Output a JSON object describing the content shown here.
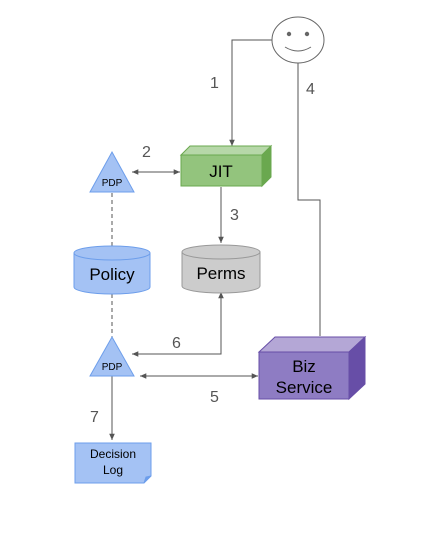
{
  "nodes": {
    "user": {
      "icon": "smiley-face-icon"
    },
    "jit": {
      "label": "JIT",
      "color": "#93c47d",
      "border": "#6aa84f"
    },
    "pdp_top": {
      "label": "PDP",
      "color": "#a4c2f4",
      "border": "#6d9eeb"
    },
    "policy": {
      "label": "Policy",
      "color": "#a4c2f4",
      "border": "#6d9eeb"
    },
    "perms": {
      "label": "Perms",
      "color": "#cccccc",
      "border": "#999999"
    },
    "pdp_bottom": {
      "label": "PDP",
      "color": "#a4c2f4",
      "border": "#6d9eeb"
    },
    "biz_service": {
      "label_line1": "Biz",
      "label_line2": "Service",
      "color": "#8e7cc3",
      "border": "#674ea7"
    },
    "decision_log": {
      "label_line1": "Decision",
      "label_line2": "Log",
      "color": "#a4c2f4",
      "border": "#6d9eeb"
    }
  },
  "edges": {
    "e1": "1",
    "e2": "2",
    "e3": "3",
    "e4": "4",
    "e5": "5",
    "e6": "6",
    "e7": "7"
  }
}
